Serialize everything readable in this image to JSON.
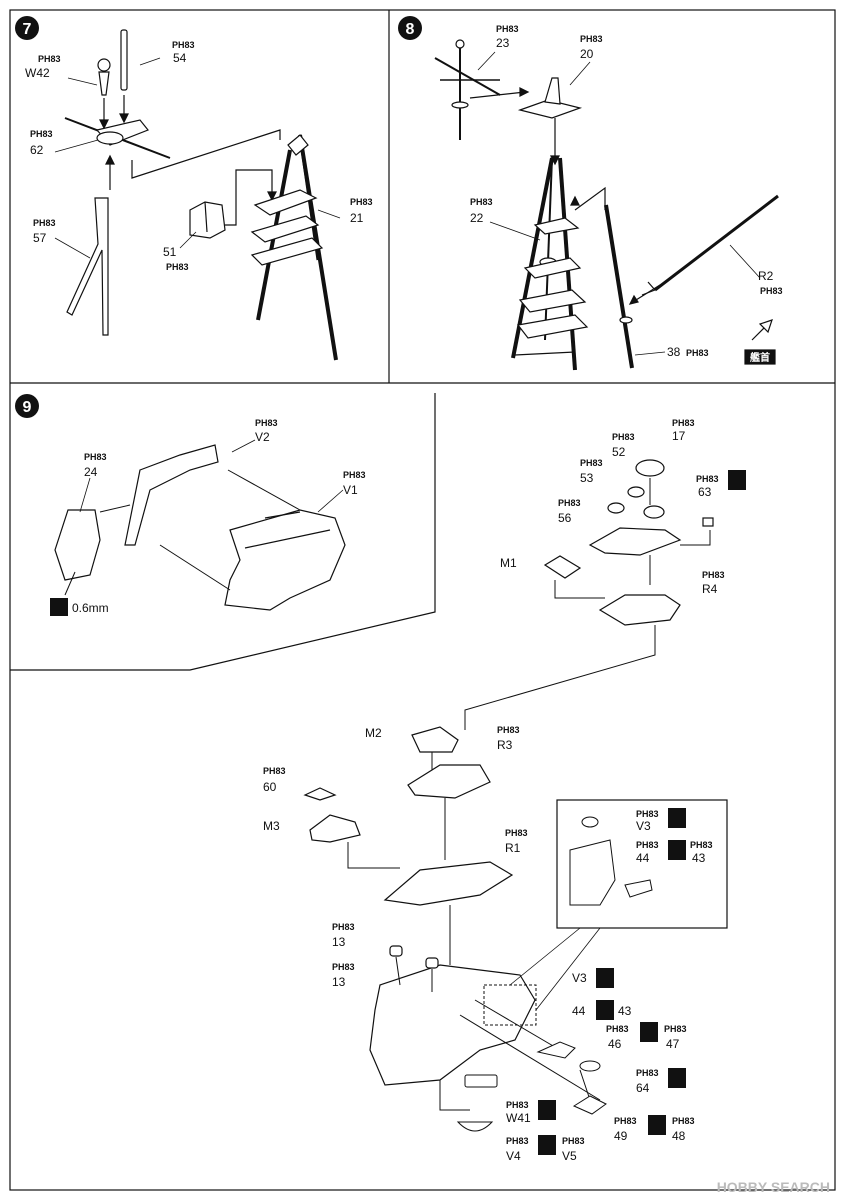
{
  "steps": [
    {
      "num": "7",
      "labels": {
        "p54": "54",
        "w42": "W42",
        "p62": "62",
        "p57": "57",
        "p51": "51",
        "p21": "21"
      }
    },
    {
      "num": "8",
      "labels": {
        "p23": "23",
        "p20": "20",
        "p22": "22",
        "r2": "R2",
        "p38": "38",
        "bow": "艦首"
      }
    },
    {
      "num": "9",
      "labels": {
        "p24": "24",
        "v2": "V2",
        "v1": "V1",
        "drill": "0.6mm",
        "p17": "17",
        "p52": "52",
        "p53": "53",
        "p63": "63",
        "p56": "56",
        "m1": "M1",
        "r4": "R4",
        "m2": "M2",
        "r3": "R3",
        "p60": "60",
        "m3": "M3",
        "r1": "R1",
        "p13a": "13",
        "p13b": "13",
        "v3": "V3",
        "p44": "44",
        "p43": "43",
        "v3b": "V3",
        "p44b": "44",
        "p43b": "43",
        "p46": "46",
        "p47": "47",
        "p64": "64",
        "w41": "W41",
        "p49": "49",
        "p48": "48",
        "v4": "V4",
        "v5": "V5"
      }
    }
  ],
  "ph_mark": "PH",
  "ph_num": "83",
  "watermark": "HOBBY SEARCH"
}
